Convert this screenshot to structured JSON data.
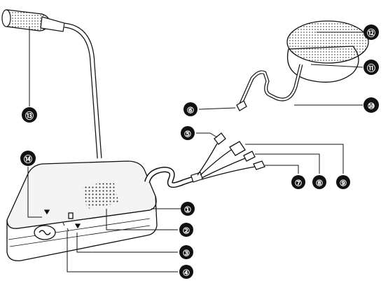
{
  "diagram": {
    "callouts": [
      {
        "id": "c1",
        "label": "①"
      },
      {
        "id": "c2",
        "label": "②"
      },
      {
        "id": "c3",
        "label": "③"
      },
      {
        "id": "c4",
        "label": "④"
      },
      {
        "id": "c5",
        "label": "⑤"
      },
      {
        "id": "c6",
        "label": "⑥"
      },
      {
        "id": "c7",
        "label": "⑦"
      },
      {
        "id": "c8",
        "label": "⑧"
      },
      {
        "id": "c9",
        "label": "⑨"
      },
      {
        "id": "c10",
        "label": "⑩"
      },
      {
        "id": "c11",
        "label": "⑪"
      },
      {
        "id": "c12",
        "label": "⑫"
      },
      {
        "id": "c13",
        "label": "⑬"
      },
      {
        "id": "c14",
        "label": "⑭"
      }
    ],
    "colors": {
      "line": "#111111",
      "badge": "#111111",
      "body_shade": "#f4f4f4"
    }
  }
}
